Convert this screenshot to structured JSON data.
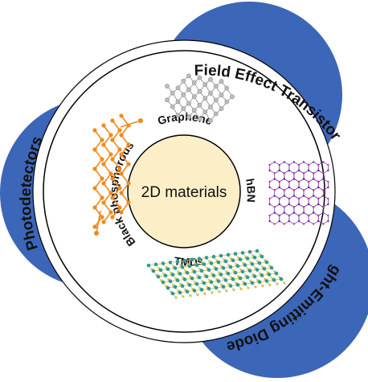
{
  "center": {
    "label": "2D materials"
  },
  "materials": {
    "graphene": "Graphene",
    "hbn": "hBN",
    "tmds": "TMDs",
    "black_phosphorous": "Black phosphorous"
  },
  "applications": {
    "fet": "Field Effect Transistor",
    "photodetectors": "Photodetectors",
    "led": "Light-Emitting Diodes"
  },
  "colors": {
    "petal_blue": "#3c66b8",
    "center_fill": "#fcefc8",
    "ring_line": "#000000",
    "graphene_atoms": "#bdbdbd",
    "hbn_atoms": "#6a2aa8",
    "tmd_atoms": "#2f9a92",
    "tmd_atoms_secondary": "#d8c24a",
    "bp_atoms": "#f08a1e"
  }
}
